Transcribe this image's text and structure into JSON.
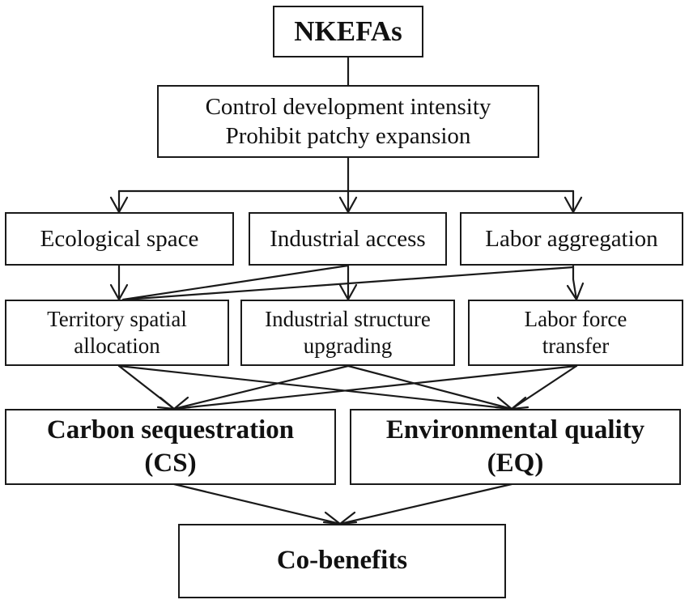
{
  "nodes": {
    "root": {
      "lines": [
        "NKEFAs"
      ]
    },
    "policy": {
      "lines": [
        "Control development intensity",
        "Prohibit patchy expansion"
      ]
    },
    "ecological": {
      "lines": [
        "Ecological space"
      ]
    },
    "industrial": {
      "lines": [
        "Industrial access"
      ]
    },
    "labor": {
      "lines": [
        "Labor aggregation"
      ]
    },
    "territory": {
      "lines": [
        "Territory spatial",
        "allocation"
      ]
    },
    "structure": {
      "lines": [
        "Industrial structure",
        "upgrading"
      ]
    },
    "transfer": {
      "lines": [
        "Labor force",
        "transfer"
      ]
    },
    "carbon": {
      "lines": [
        "Carbon sequestration",
        "(CS)"
      ]
    },
    "env": {
      "lines": [
        "Environmental quality",
        "(EQ)"
      ]
    },
    "cobenefits": {
      "lines": [
        "Co-benefits"
      ]
    }
  },
  "edges": [
    [
      "root",
      "policy"
    ],
    [
      "policy",
      "ecological"
    ],
    [
      "policy",
      "industrial"
    ],
    [
      "policy",
      "labor"
    ],
    [
      "ecological",
      "territory"
    ],
    [
      "industrial",
      "territory"
    ],
    [
      "labor",
      "territory"
    ],
    [
      "industrial",
      "structure"
    ],
    [
      "labor",
      "transfer"
    ],
    [
      "territory",
      "carbon"
    ],
    [
      "territory",
      "env"
    ],
    [
      "structure",
      "carbon"
    ],
    [
      "structure",
      "env"
    ],
    [
      "transfer",
      "carbon"
    ],
    [
      "transfer",
      "env"
    ],
    [
      "carbon",
      "cobenefits"
    ],
    [
      "env",
      "cobenefits"
    ]
  ],
  "colors": {
    "line": "#1a1a1a",
    "text": "#111111",
    "background": "#ffffff"
  }
}
